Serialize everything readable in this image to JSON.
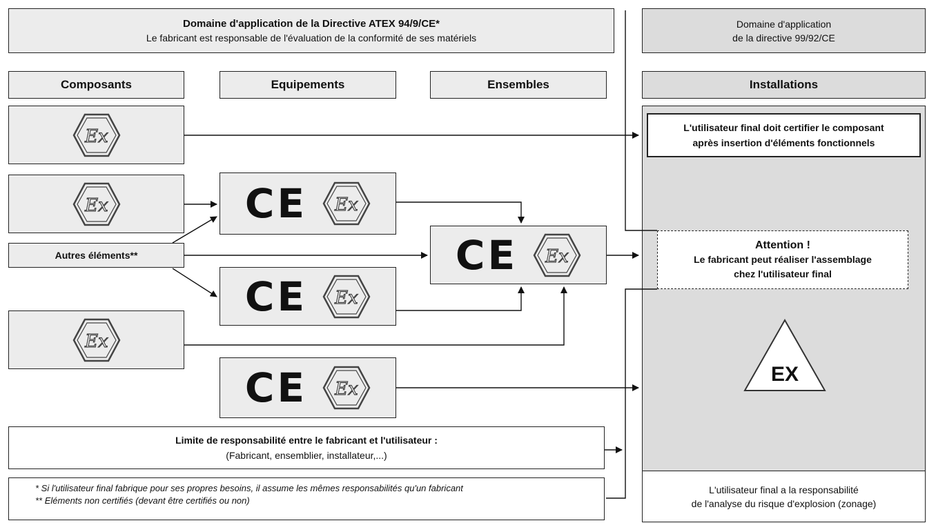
{
  "atex_scope": {
    "title": "Domaine d'application de la Directive ATEX 94/9/CE*",
    "subtitle": "Le fabricant est responsable de l'évaluation de la conformité de ses matériels"
  },
  "directive_99_scope": {
    "line1": "Domaine d'application",
    "line2": "de la directive 99/92/CE"
  },
  "columns": {
    "composants": "Composants",
    "equipements": "Equipements",
    "ensembles": "Ensembles",
    "installations": "Installations"
  },
  "marks": {
    "ce": "CE",
    "ex_hexagon": "Ex",
    "ex_triangle": "EX"
  },
  "autres_elements": "Autres éléments**",
  "certify_note": {
    "line1": "L'utilisateur final doit certifier le composant",
    "line2": "après insertion d'éléments fonctionnels"
  },
  "attention": {
    "title": "Attention !",
    "line1": "Le fabricant peut réaliser l'assemblage",
    "line2": "chez l'utilisateur final"
  },
  "limite": {
    "title": "Limite de responsabilité entre le fabricant et l'utilisateur :",
    "subtitle": "(Fabricant, ensemblier, installateur,...)"
  },
  "footnotes": {
    "note1": "* Si l'utilisateur final fabrique pour ses propres besoins, il assume les mêmes responsabilités qu'un fabricant",
    "note2": "** Eléments non certifiés (devant être certifiés ou non)"
  },
  "user_responsibility": {
    "line1": "L'utilisateur final a la responsabilité",
    "line2": "de l'analyse du risque d'explosion (zonage)"
  }
}
